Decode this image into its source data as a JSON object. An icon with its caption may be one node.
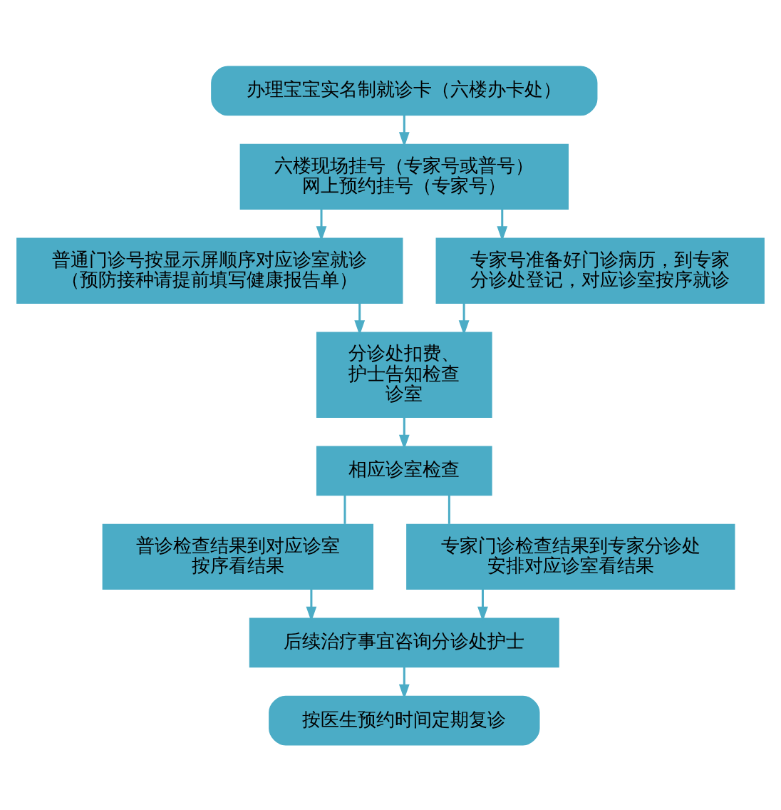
{
  "diagram": {
    "nodes": [
      {
        "text": [
          "办理宝宝实名制就诊卡（六楼办卡处）"
        ]
      },
      {
        "text": [
          "六楼现场挂号（专家号或普号）",
          "网上预约挂号（专家号）"
        ]
      },
      {
        "text": [
          "普通门诊号按显示屏顺序对应诊室就诊",
          "（预防接种请提前填写健康报告单）"
        ]
      },
      {
        "text": [
          "专家号准备好门诊病历，到专家分诊处登记，对应诊室按序就诊"
        ]
      },
      {
        "text": [
          "分诊处扣费、护士告知检查诊室"
        ]
      },
      {
        "text": [
          "相应诊室检查"
        ]
      },
      {
        "text": [
          "普诊检查结果到对应诊室按序看结果"
        ]
      },
      {
        "text": [
          "专家门诊检查结果到专家分诊处安排对应诊室看结果"
        ]
      },
      {
        "text": [
          "后续治疗事宜咨询分诊处护士"
        ]
      },
      {
        "text": [
          "按医生预约时间定期复诊"
        ]
      }
    ],
    "edges": [
      {
        "from": 0,
        "to": 1,
        "arrow": "to"
      },
      {
        "from": 1,
        "to": 2,
        "arrow": "to"
      },
      {
        "from": 1,
        "to": 3,
        "arrow": "to"
      },
      {
        "from": 2,
        "to": 4,
        "arrow": "to"
      },
      {
        "from": 3,
        "to": 4,
        "arrow": "to"
      },
      {
        "from": 4,
        "to": 5,
        "arrow": "to"
      },
      {
        "from": 5,
        "to": 6,
        "arrow": "none"
      },
      {
        "from": 5,
        "to": 7,
        "arrow": "none"
      },
      {
        "from": 6,
        "to": 8,
        "arrow": "to"
      },
      {
        "from": 7,
        "to": 8,
        "arrow": "to"
      },
      {
        "from": 8,
        "to": 9,
        "arrow": "to"
      }
    ]
  }
}
